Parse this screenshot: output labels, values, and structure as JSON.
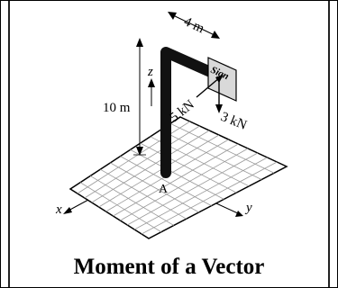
{
  "diagram": {
    "dim_top": "4 m",
    "sign_label": "Sign",
    "axis_z": "z",
    "dim_height": "10 m",
    "force_1": "5 kN",
    "force_2": "3 kN",
    "point_a": "A",
    "axis_x": "x",
    "axis_y": "y"
  },
  "caption": "Moment of a Vector",
  "colors": {
    "pole": "#111111",
    "grid_fill": "#ffffff",
    "grid_line": "#9a9a9a",
    "sign_fill": "#d9d9d9"
  }
}
